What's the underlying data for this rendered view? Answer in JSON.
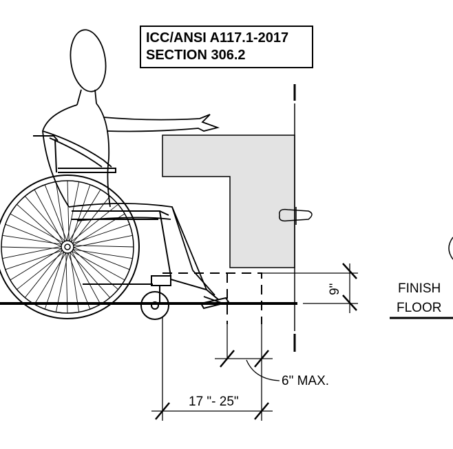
{
  "title": {
    "line1": "ICC/ANSI A117.1-2017",
    "line2": "SECTION 306.2"
  },
  "labels": {
    "finish_floor_line1": "FINISH",
    "finish_floor_line2": "FLOOR",
    "toe_depth": "6\" MAX.",
    "knee_range": "17 \"- 25\"",
    "toe_height": "9\""
  },
  "colors": {
    "line": "#000000",
    "counter_fill": "#e3e3e3",
    "background": "#ffffff"
  }
}
